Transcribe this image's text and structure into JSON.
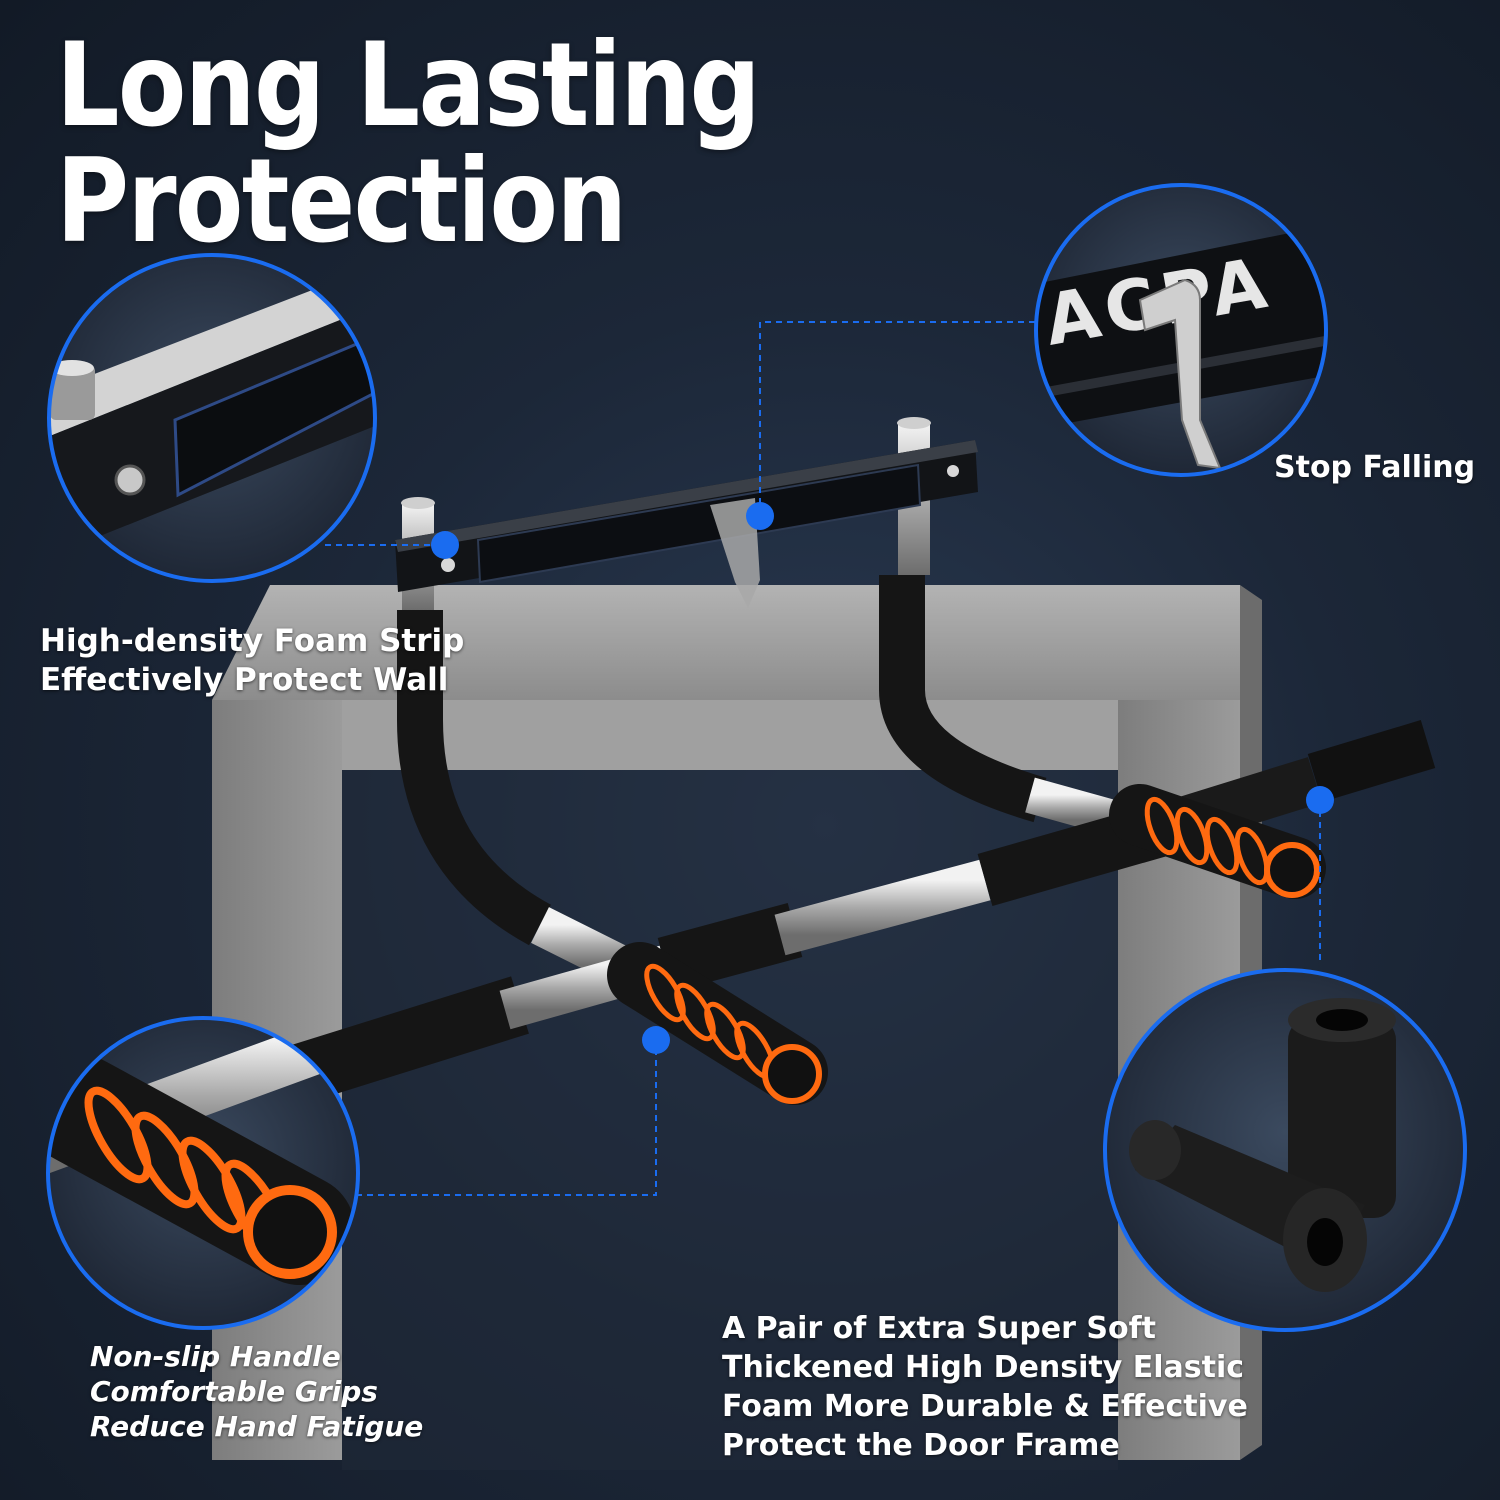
{
  "headline": "Long Lasting Protection",
  "brand_mark": "ACPA",
  "callouts": {
    "foam_strip": [
      "High-density Foam Strip",
      "Effectively Protect Wall"
    ],
    "stop_falling": "Stop Falling",
    "handle": [
      "Non-slip Handle",
      "Comfortable Grips",
      "Reduce Hand Fatigue"
    ],
    "foam_pair": [
      "A Pair of Extra Super Soft",
      "Thickened High Density Elastic",
      "Foam More Durable & Effective",
      "Protect the Door Frame"
    ]
  },
  "colors": {
    "accent_blue": "#1a6cf0",
    "grip_orange": "#ff6a10",
    "foam_black": "#1b1b1b",
    "frame_gray": "#8e8e8e"
  }
}
